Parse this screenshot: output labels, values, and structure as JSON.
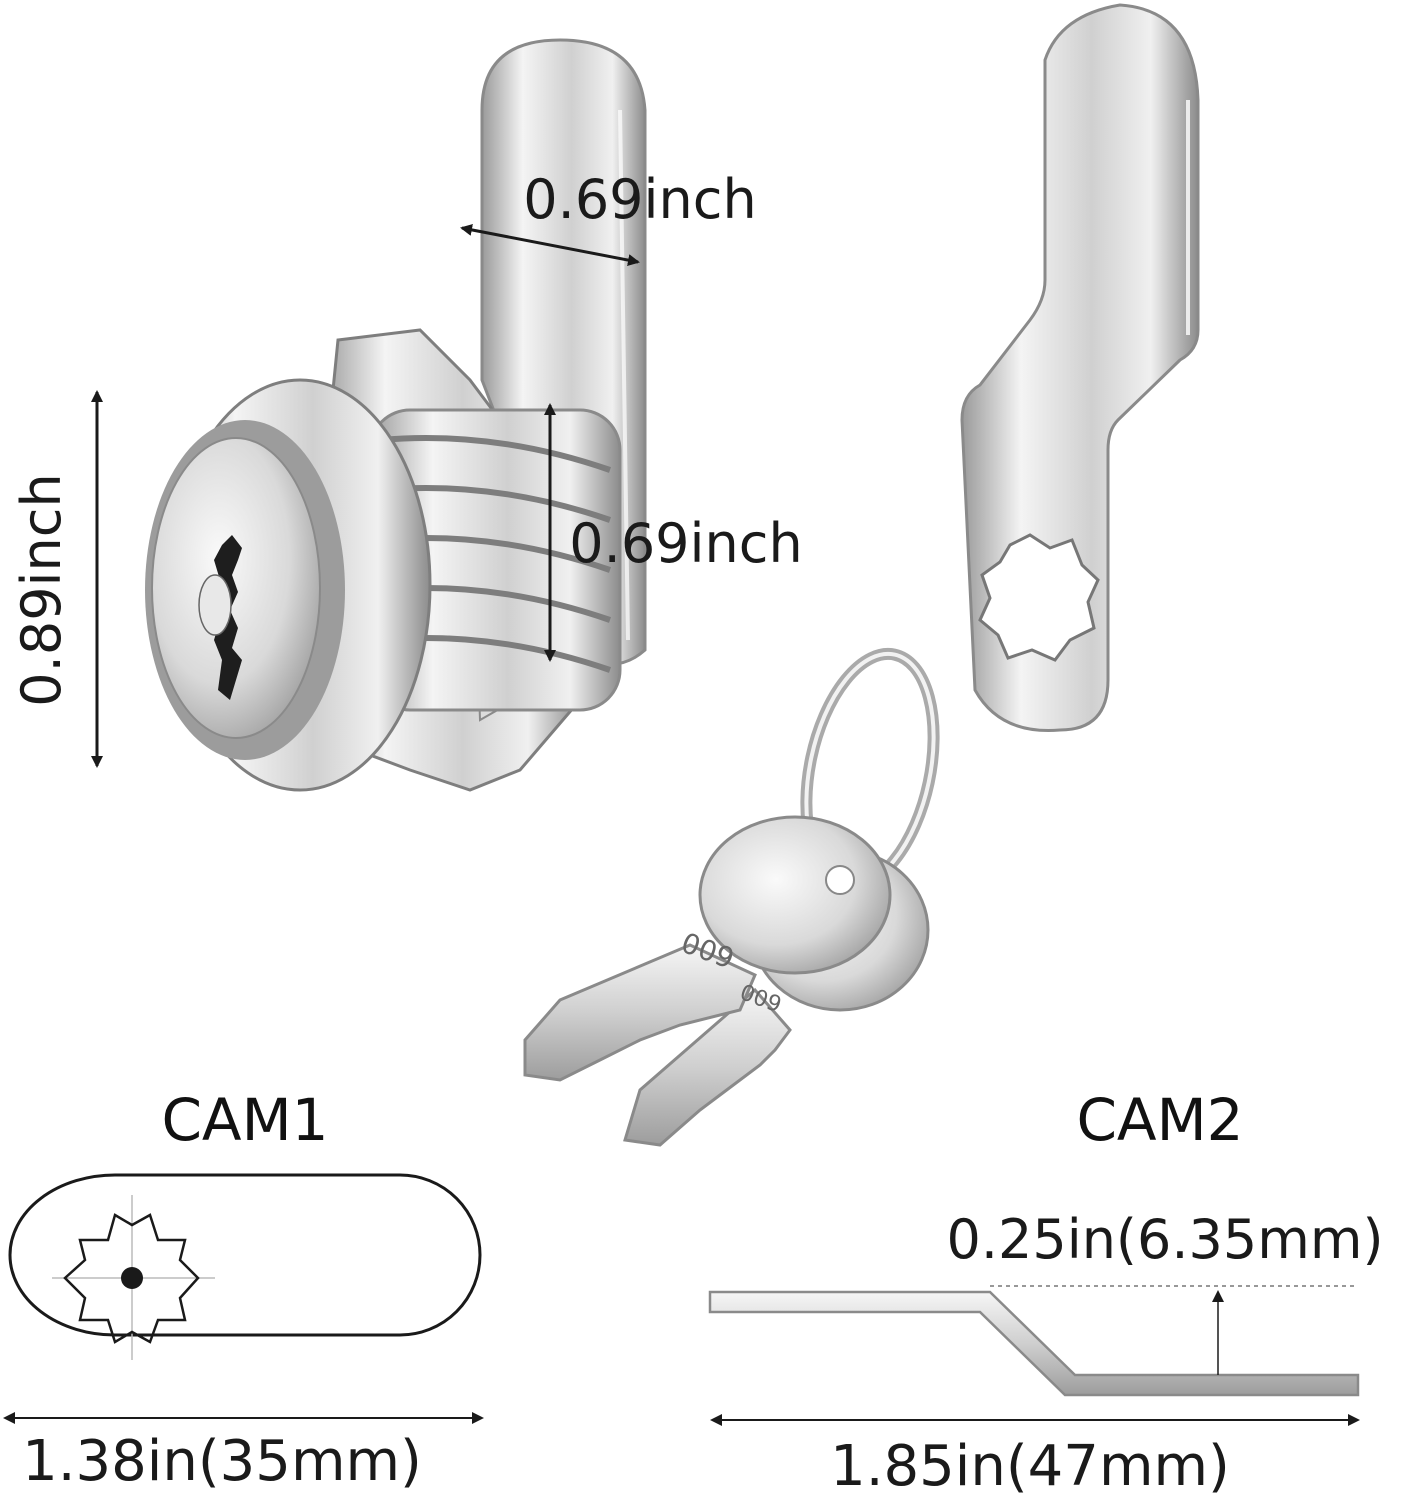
{
  "dimensions": {
    "cam_width": "0.69inch",
    "body_height": "0.69inch",
    "face_diameter": "0.89inch"
  },
  "key_stamps": [
    "600",
    "600"
  ],
  "cam1": {
    "title": "CAM1",
    "length_label": "1.38in(35mm)"
  },
  "cam2": {
    "title": "CAM2",
    "offset_label": "0.25in(6.35mm)",
    "length_label": "1.85in(47mm)"
  },
  "colors": {
    "metal_light": "#f2f2f2",
    "metal_mid": "#c8c8c8",
    "metal_dark": "#8a8a8a",
    "line": "#1a1a1a"
  }
}
